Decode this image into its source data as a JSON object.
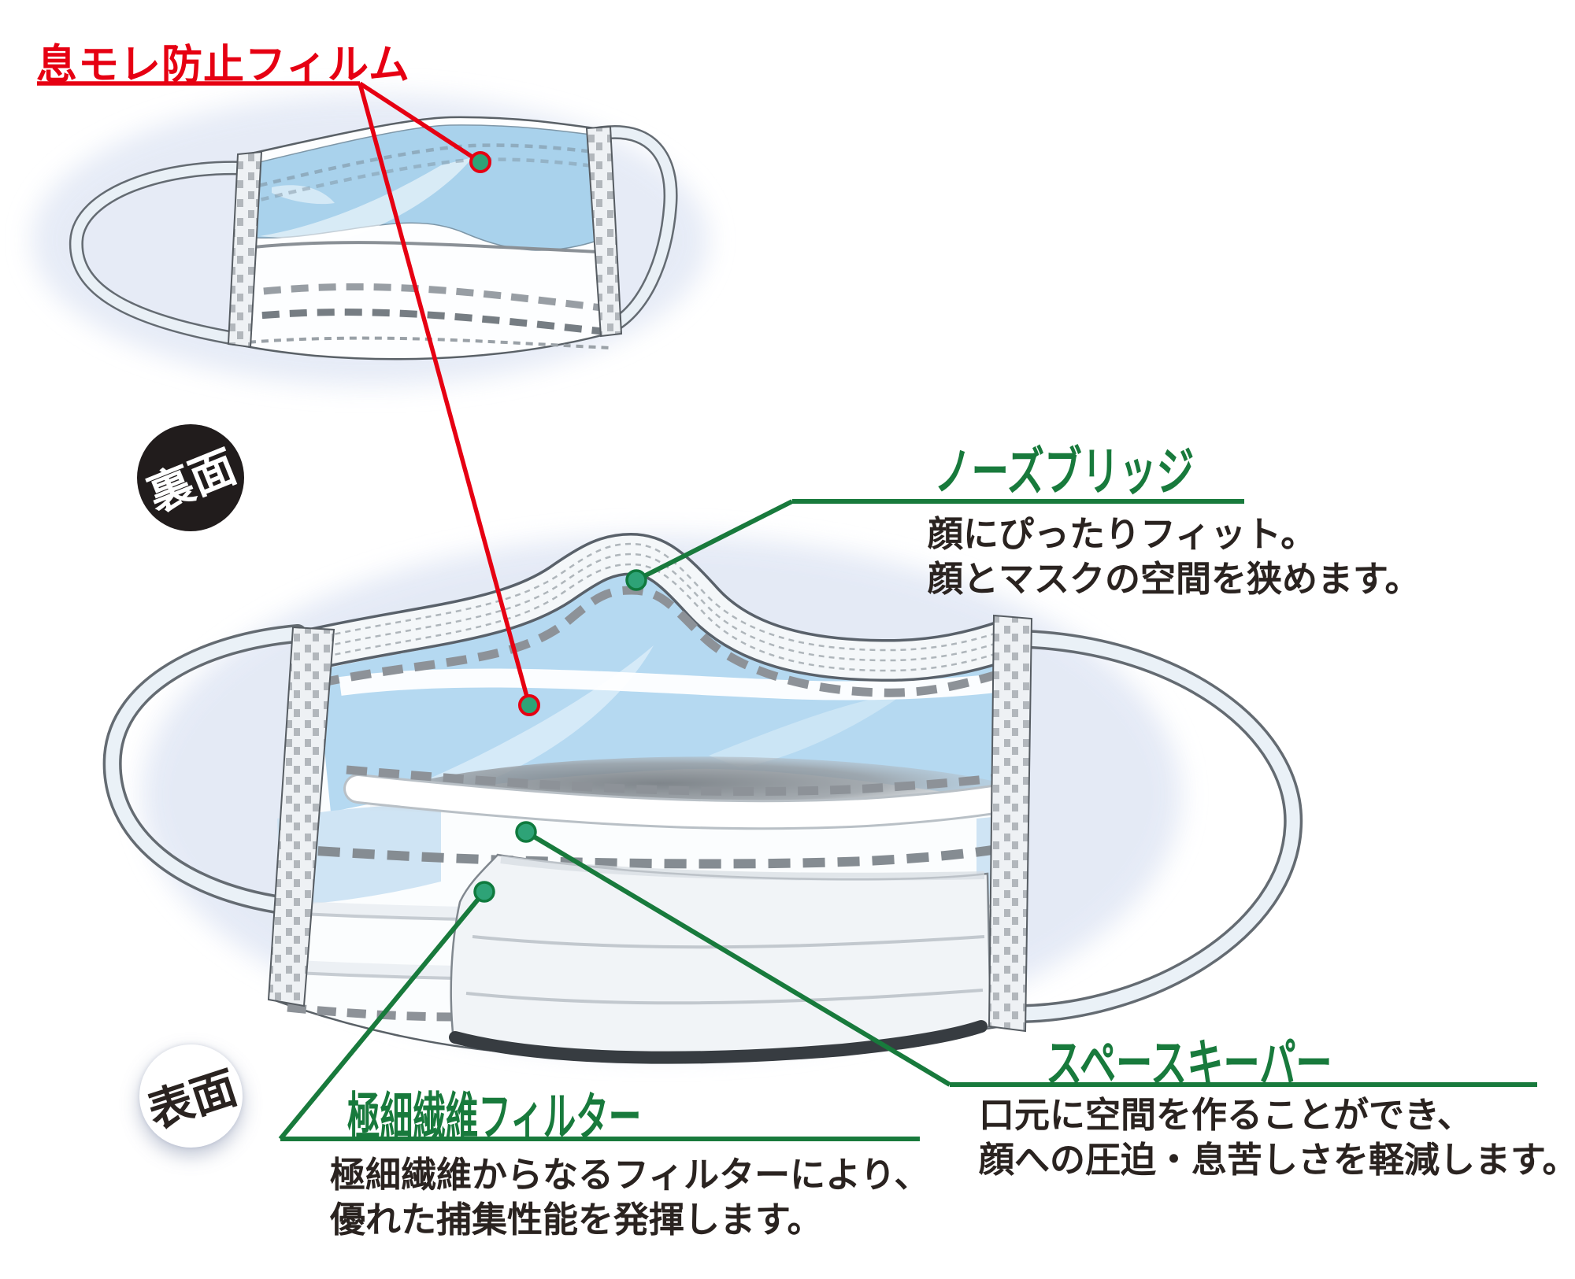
{
  "colors": {
    "accent_red": "#e60012",
    "accent_green": "#187a3c",
    "text_dark": "#2a2320",
    "mask_film_blue": "#b5d9f1",
    "marker_dot_green": "#2ea377",
    "badge_back_bg": "#211c1c",
    "badge_front_bg": "#ffffff"
  },
  "labels": {
    "breath_leak_film": {
      "title": "息モレ防止フィルム"
    },
    "nose_bridge": {
      "title": "ノーズブリッジ",
      "desc": [
        "顔にぴったりフィット。",
        "顔とマスクの空間を狭めます。"
      ]
    },
    "fine_fiber_filter": {
      "title": "極細繊維フィルター",
      "desc": [
        "極細繊維からなるフィルターにより、",
        "優れた捕集性能を発揮します。"
      ]
    },
    "space_keeper": {
      "title": "スペースキーパー",
      "desc": [
        "口元に空間を作ることができ、",
        "顔への圧迫・息苦しさを軽減します。"
      ]
    }
  },
  "badges": {
    "back_side": "裏面",
    "front_side": "表面"
  }
}
